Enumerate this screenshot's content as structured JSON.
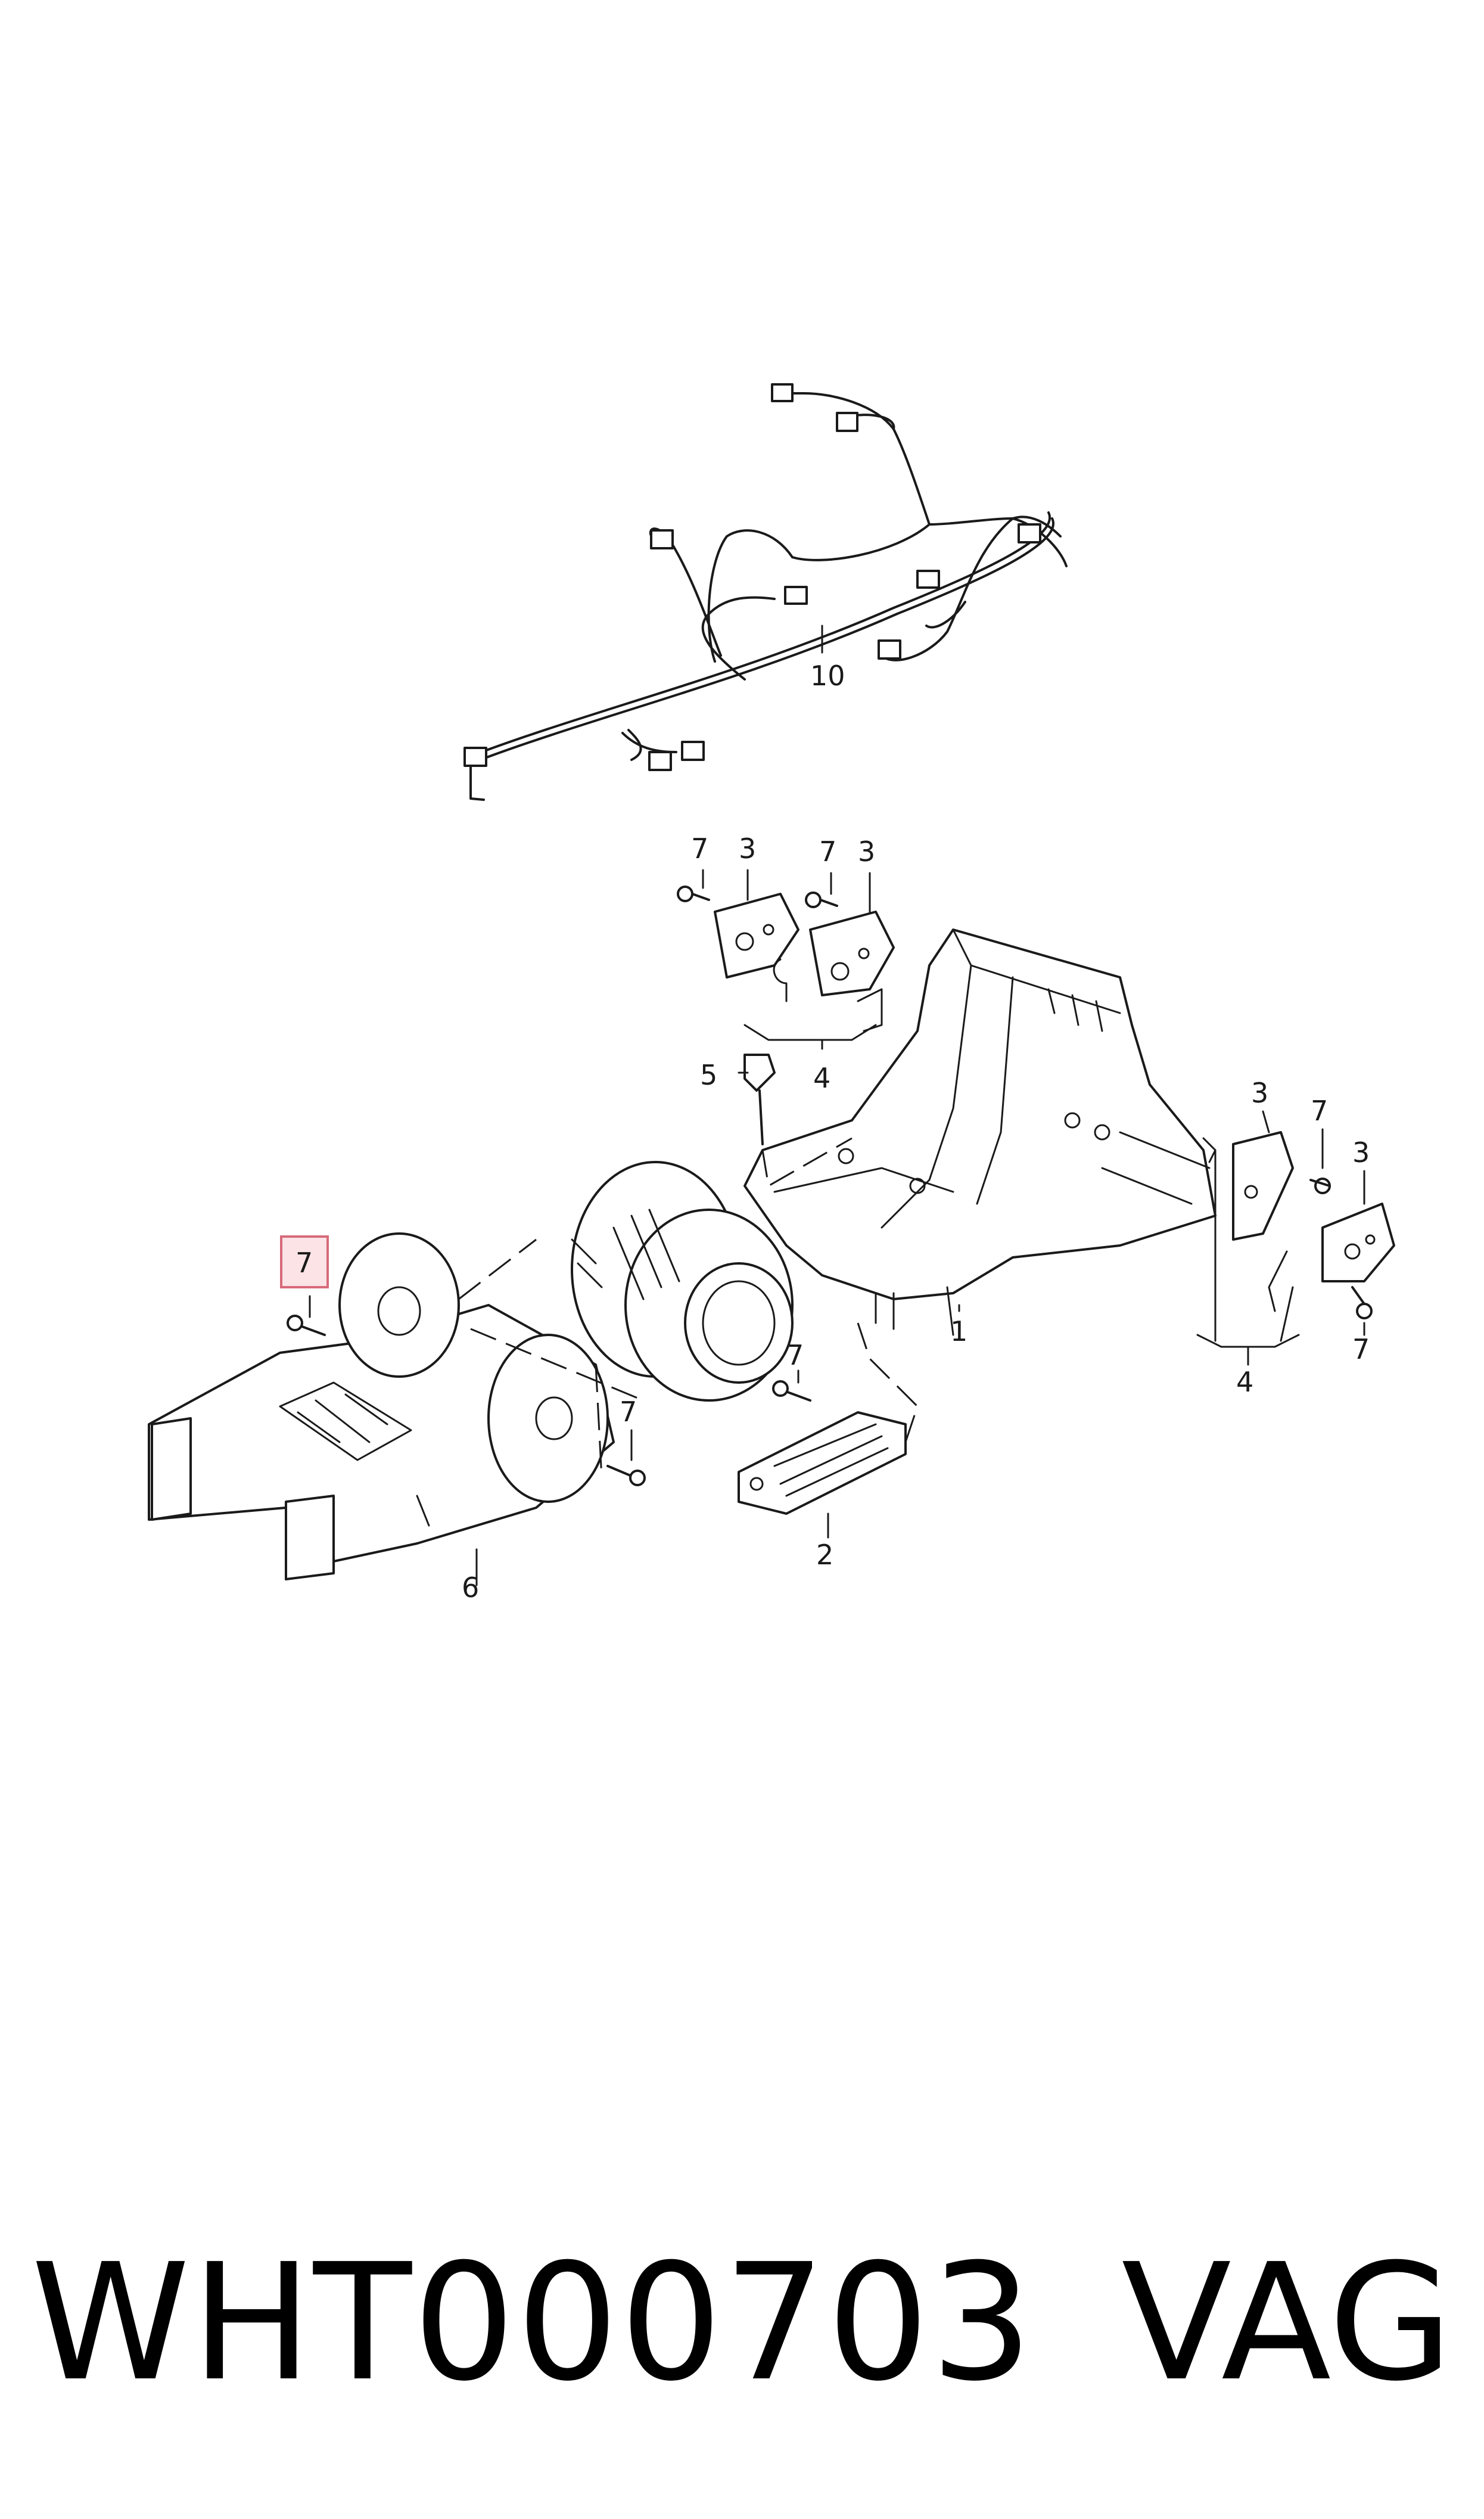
{
  "callouts": {
    "c1": "1",
    "c2": "2",
    "c3a": "3",
    "c3b": "3",
    "c3c": "3",
    "c3d": "3",
    "c4a": "4",
    "c4b": "4",
    "c5": "5",
    "c6": "6",
    "c7a": "7",
    "c7b": "7",
    "c7c": "7",
    "c7d": "7",
    "c7e": "7",
    "c7f": "7",
    "c7_highlight": "7",
    "c10": "10"
  },
  "highlight_color": "#fbe3e6",
  "highlight_border_color": "#d76a7a",
  "footer": {
    "part_number": "WHT000703",
    "brand": "VAG"
  }
}
